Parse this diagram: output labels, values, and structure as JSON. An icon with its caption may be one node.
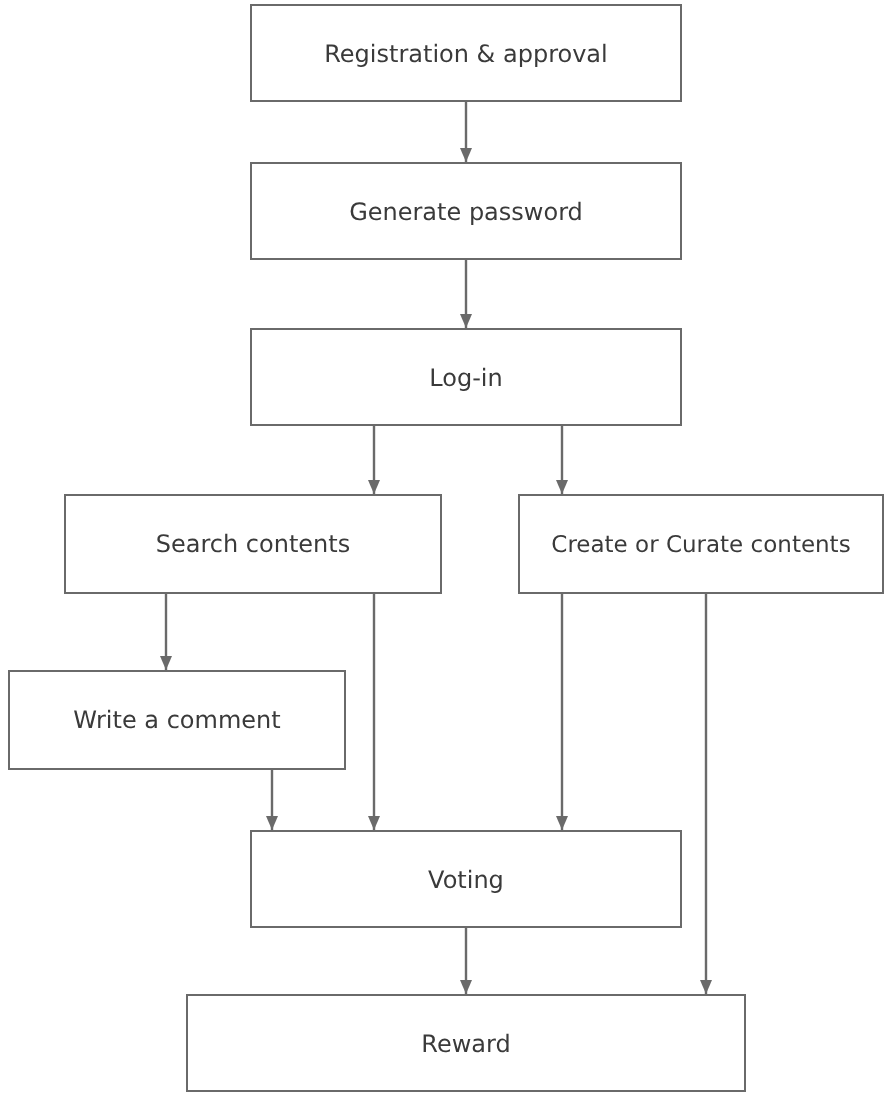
{
  "diagram": {
    "nodes": [
      {
        "text": [
          "Registration & approval"
        ]
      },
      {
        "text": [
          "Generate password"
        ]
      },
      {
        "text": [
          "Log-in"
        ]
      },
      {
        "text": [
          "Search contents"
        ]
      },
      {
        "text": [
          "Create or Curate contents"
        ]
      },
      {
        "text": [
          "Write a comment"
        ]
      },
      {
        "text": [
          "Voting"
        ]
      },
      {
        "text": [
          "Reward"
        ]
      }
    ],
    "edges": [
      {
        "from": 0,
        "to": 1,
        "arrow": "to"
      },
      {
        "from": 1,
        "to": 2,
        "arrow": "to"
      },
      {
        "from": 2,
        "to": 3,
        "arrow": "to"
      },
      {
        "from": 2,
        "to": 4,
        "arrow": "to"
      },
      {
        "from": 3,
        "to": 5,
        "arrow": "to"
      },
      {
        "from": 3,
        "to": 6,
        "arrow": "to"
      },
      {
        "from": 4,
        "to": 6,
        "arrow": "to"
      },
      {
        "from": 4,
        "to": 7,
        "arrow": "to"
      },
      {
        "from": 5,
        "to": 6,
        "arrow": "to"
      },
      {
        "from": 6,
        "to": 7,
        "arrow": "to"
      }
    ]
  }
}
